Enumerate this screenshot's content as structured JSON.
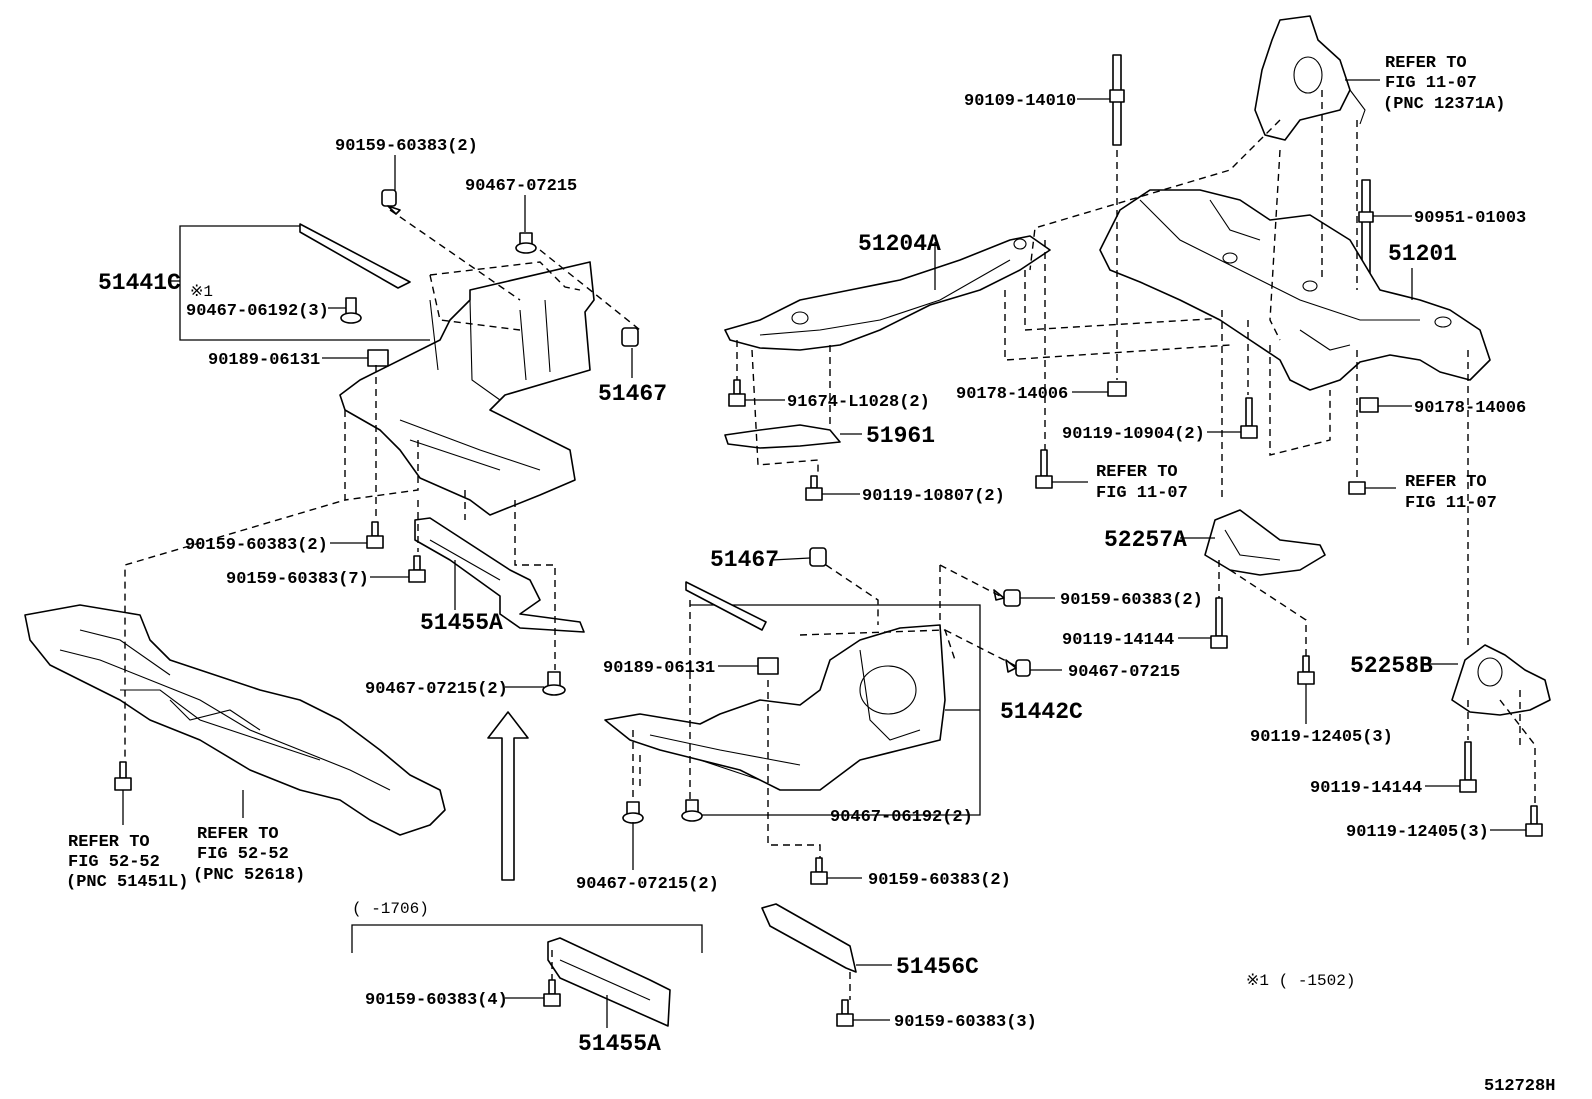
{
  "labels": {
    "p90159_60383_2_top": "90159-60383(2)",
    "p90467_07215_top": "90467-07215",
    "p51441C": "51441C",
    "note_mark_1": "※1",
    "p90467_06192_3": "90467-06192(3)",
    "p90189_06131_left": "90189-06131",
    "p51467_left": "51467",
    "p90159_60383_2_mid": "90159-60383(2)",
    "p90159_60383_7": "90159-60383(7)",
    "p51455A_mid": "51455A",
    "p90467_07215_2_mid": "90467-07215(2)",
    "refer_left_1": "REFER TO",
    "refer_left_2": "FIG 52-52",
    "refer_left_3": "(PNC 51451L)",
    "refer_mid_1": "REFER TO",
    "refer_mid_2": "FIG 52-52",
    "refer_mid_3": "(PNC 52618)",
    "range_1706": "(       -1706)",
    "p90159_60383_4": "90159-60383(4)",
    "p51455A_bottom": "51455A",
    "p90109_14010": "90109-14010",
    "refer_top_1": "REFER TO",
    "refer_top_2": "FIG 11-07",
    "refer_top_3": "(PNC 12371A)",
    "p90951_01003": "90951-01003",
    "p51201": "51201",
    "p51204A": "51204A",
    "p91674_L1028": "91674-L1028(2)",
    "p51961": "51961",
    "p90119_10807": "90119-10807(2)",
    "p90178_14006_left": "90178-14006",
    "p90119_10904": "90119-10904(2)",
    "refer_c_1": "REFER TO",
    "refer_c_2": "FIG 11-07",
    "p90178_14006_right": "90178-14006",
    "refer_r_1": "REFER TO",
    "refer_r_2": "FIG 11-07",
    "p51467_mid": "51467",
    "p52257A": "52257A",
    "p90159_60383_2_r": "90159-60383(2)",
    "p90119_14144_mid": "90119-14144",
    "p90189_06131_mid": "90189-06131",
    "p90467_07215_mid": "90467-07215",
    "p51442C": "51442C",
    "p52258B": "52258B",
    "p90119_12405_3_a": "90119-12405(3)",
    "p90119_14144_right": "90119-14144",
    "p90119_12405_3_b": "90119-12405(3)",
    "p90467_06192_2": "90467-06192(2)",
    "p90467_07215_2_low": "90467-07215(2)",
    "p90159_60383_2_low": "90159-60383(2)",
    "p51456C": "51456C",
    "p90159_60383_3": "90159-60383(3)",
    "note_1502": "※1 (      -1502)",
    "diagram_id": "512728H"
  }
}
